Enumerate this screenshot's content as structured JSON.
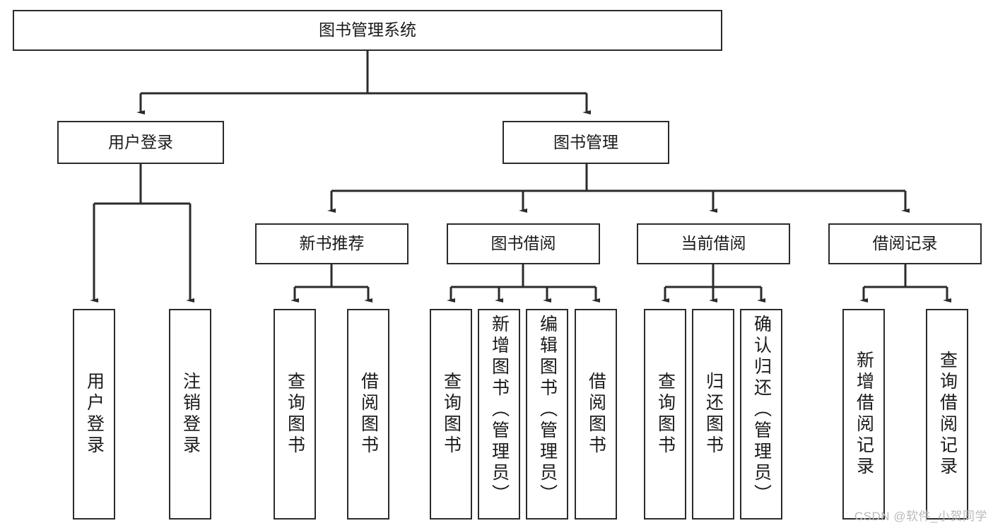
{
  "diagram": {
    "title": "图书管理系统",
    "type": "hierarchy-tree",
    "watermark": "CSDN @软件_小贺同学",
    "colors": {
      "box_border": "#2b2b2b",
      "box_fill": "#ffffff",
      "edge": "#2b2b2b",
      "text": "#1a1a1a",
      "watermark": "#b9b9b9"
    },
    "nodes": {
      "root": {
        "label": "图书管理系统"
      },
      "level1": [
        {
          "label": "用户登录"
        },
        {
          "label": "图书管理"
        }
      ],
      "level2": [
        {
          "label": "新书推荐"
        },
        {
          "label": "图书借阅"
        },
        {
          "label": "当前借阅"
        },
        {
          "label": "借阅记录"
        }
      ],
      "leaves": {
        "user_login": [
          {
            "label": "用户登录"
          },
          {
            "label": "注销登录"
          }
        ],
        "new_book_recommend": [
          {
            "label": "查询图书"
          },
          {
            "label": "借阅图书"
          }
        ],
        "book_borrow": [
          {
            "label": "查询图书"
          },
          {
            "label": "新增图书（管理员）"
          },
          {
            "label": "编辑图书（管理员）"
          },
          {
            "label": "借阅图书"
          }
        ],
        "current_borrow": [
          {
            "label": "查询图书"
          },
          {
            "label": "归还图书"
          },
          {
            "label": "确认归还（管理员）"
          }
        ],
        "borrow_record": [
          {
            "label": "新增借阅记录"
          },
          {
            "label": "查询借阅记录"
          }
        ]
      }
    }
  }
}
